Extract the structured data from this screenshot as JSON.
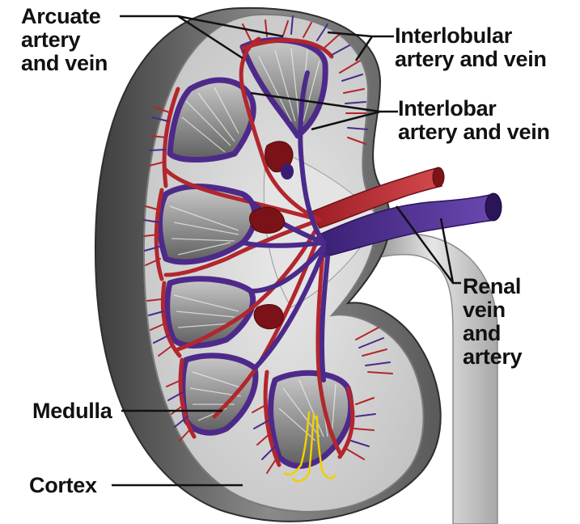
{
  "labels": {
    "arcuate": [
      "Arcuate",
      "artery",
      "and vein"
    ],
    "interlobular": [
      "Interlobular",
      "artery and vein"
    ],
    "interlobar": [
      "Interlobar",
      "artery and vein"
    ],
    "renal": [
      "Renal",
      "vein",
      "and",
      "artery"
    ],
    "medulla": "Medulla",
    "cortex": "Cortex"
  },
  "colors": {
    "artery": "#b3262d",
    "vein": "#4a2a8a",
    "cortex": "#d9d9d9",
    "capsule": "#6d6d6d",
    "pyramid": "#8f8f8f",
    "ureter": "#c8c8c8",
    "nerve": "#f0d000",
    "leader_line": "#111111"
  }
}
